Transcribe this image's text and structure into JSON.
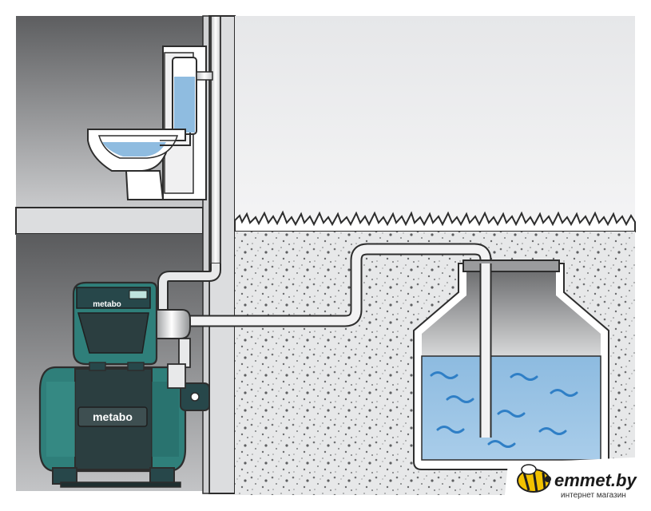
{
  "illustration": {
    "pump_brand": "metabo",
    "tank_brand": "metabo"
  },
  "watermark": {
    "site": "emmet.by",
    "tagline": "интернет магазин"
  },
  "colors": {
    "wall_dark": "#5f6062",
    "wall_light": "#c9cacc",
    "sky": "#e9eaec",
    "ground": "#e7e8e9",
    "water": "#8fbce0",
    "water_wave": "#2f7fc6",
    "pump_green": "#2f7f7a",
    "pump_dark": "#27474a",
    "outline": "#2d2d2d",
    "accent_yellow": "#f2c200"
  }
}
